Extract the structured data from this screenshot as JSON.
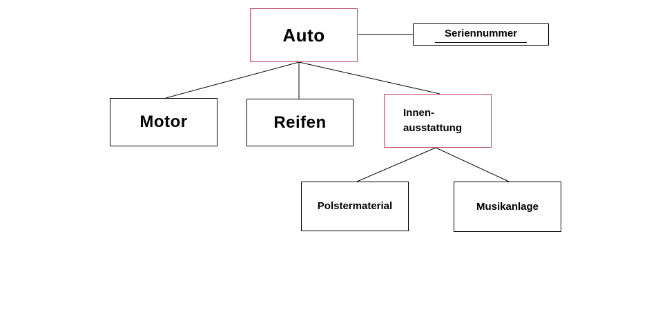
{
  "nodes": {
    "auto": {
      "label": "Auto"
    },
    "seriennummer": {
      "label": "Seriennummer"
    },
    "motor": {
      "label": "Motor"
    },
    "reifen": {
      "label": "Reifen"
    },
    "innenausstattung": {
      "label": "Innen-\nausstattung"
    },
    "polstermaterial": {
      "label": "Polstermaterial"
    },
    "musikanlage": {
      "label": "Musikanlage"
    }
  },
  "colors": {
    "highlight_border": "#c24a5e",
    "default_border": "#000000",
    "connector": "#000000",
    "background": "#ffffff",
    "text": "#000000"
  }
}
